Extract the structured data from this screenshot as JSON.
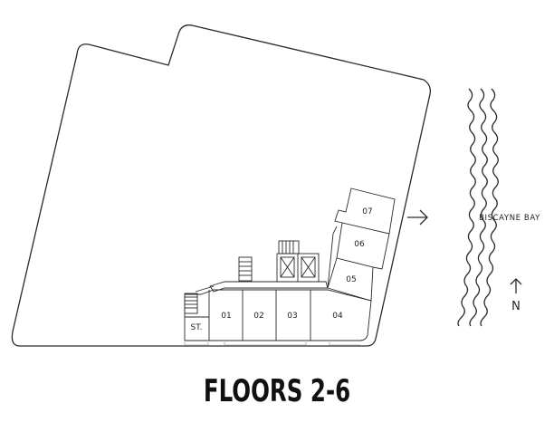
{
  "title": "FLOORS 2-6",
  "units": {
    "st": "ST.",
    "u01": "01",
    "u02": "02",
    "u03": "03",
    "u04": "04",
    "u05": "05",
    "u06": "06",
    "u07": "07"
  },
  "bay_label": "BISCAYNE BAY",
  "north_label": "N",
  "icons": {
    "east_arrow": "arrow-right-icon",
    "north_arrow": "arrow-up-icon"
  }
}
